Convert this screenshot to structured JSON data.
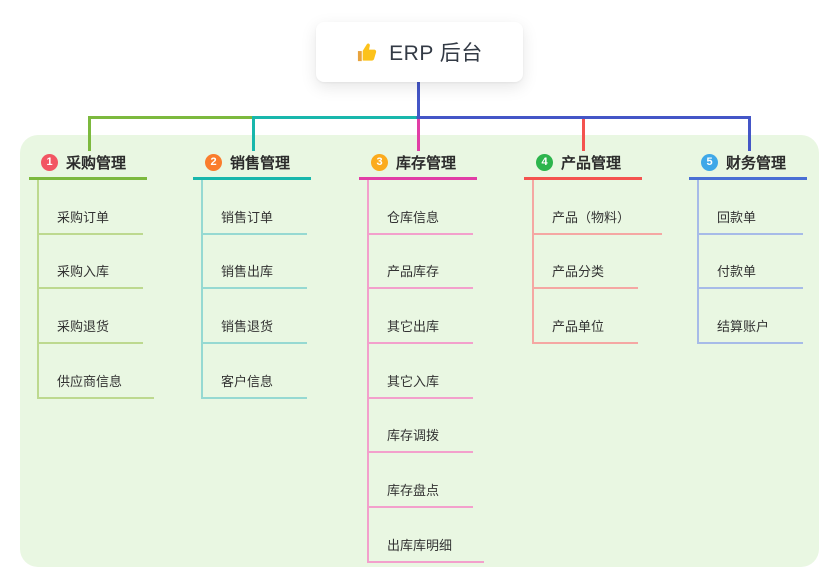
{
  "root": {
    "title": "ERP 后台",
    "icon": "thumbs-up"
  },
  "colors": {
    "canvas_bg": "#ffffff",
    "panel_bg": "#e9f7e2",
    "root_text": "#333a45",
    "root_line": "#4456c7",
    "item_text": "#333333",
    "thumb_yellow": "#fcc21b",
    "thumb_cuff": "#e8a33d"
  },
  "branches": [
    {
      "index": "1",
      "label": "采购管理",
      "badge_color": "#f25663",
      "line_color": "#7cb93e",
      "child_line_color": "#bdd98f",
      "children": [
        "采购订单",
        "采购入库",
        "采购退货",
        "供应商信息"
      ]
    },
    {
      "index": "2",
      "label": "销售管理",
      "badge_color": "#fa7d2d",
      "line_color": "#18b7ac",
      "child_line_color": "#96d9d2",
      "children": [
        "销售订单",
        "销售出库",
        "销售退货",
        "客户信息"
      ]
    },
    {
      "index": "3",
      "label": "库存管理",
      "badge_color": "#fbab1d",
      "line_color": "#e13ea6",
      "child_line_color": "#f3a0cc",
      "children": [
        "仓库信息",
        "产品库存",
        "其它出库",
        "其它入库",
        "库存调拨",
        "库存盘点",
        "出库库明细"
      ]
    },
    {
      "index": "4",
      "label": "产品管理",
      "badge_color": "#2db54d",
      "line_color": "#f4534f",
      "child_line_color": "#f5a7a3",
      "children": [
        "产品（物料）",
        "产品分类",
        "产品单位"
      ]
    },
    {
      "index": "5",
      "label": "财务管理",
      "badge_color": "#3fa8e8",
      "line_color": "#4a6fd4",
      "child_line_color": "#a7bbe8",
      "children": [
        "回款单",
        "付款单",
        "结算账户"
      ]
    }
  ]
}
